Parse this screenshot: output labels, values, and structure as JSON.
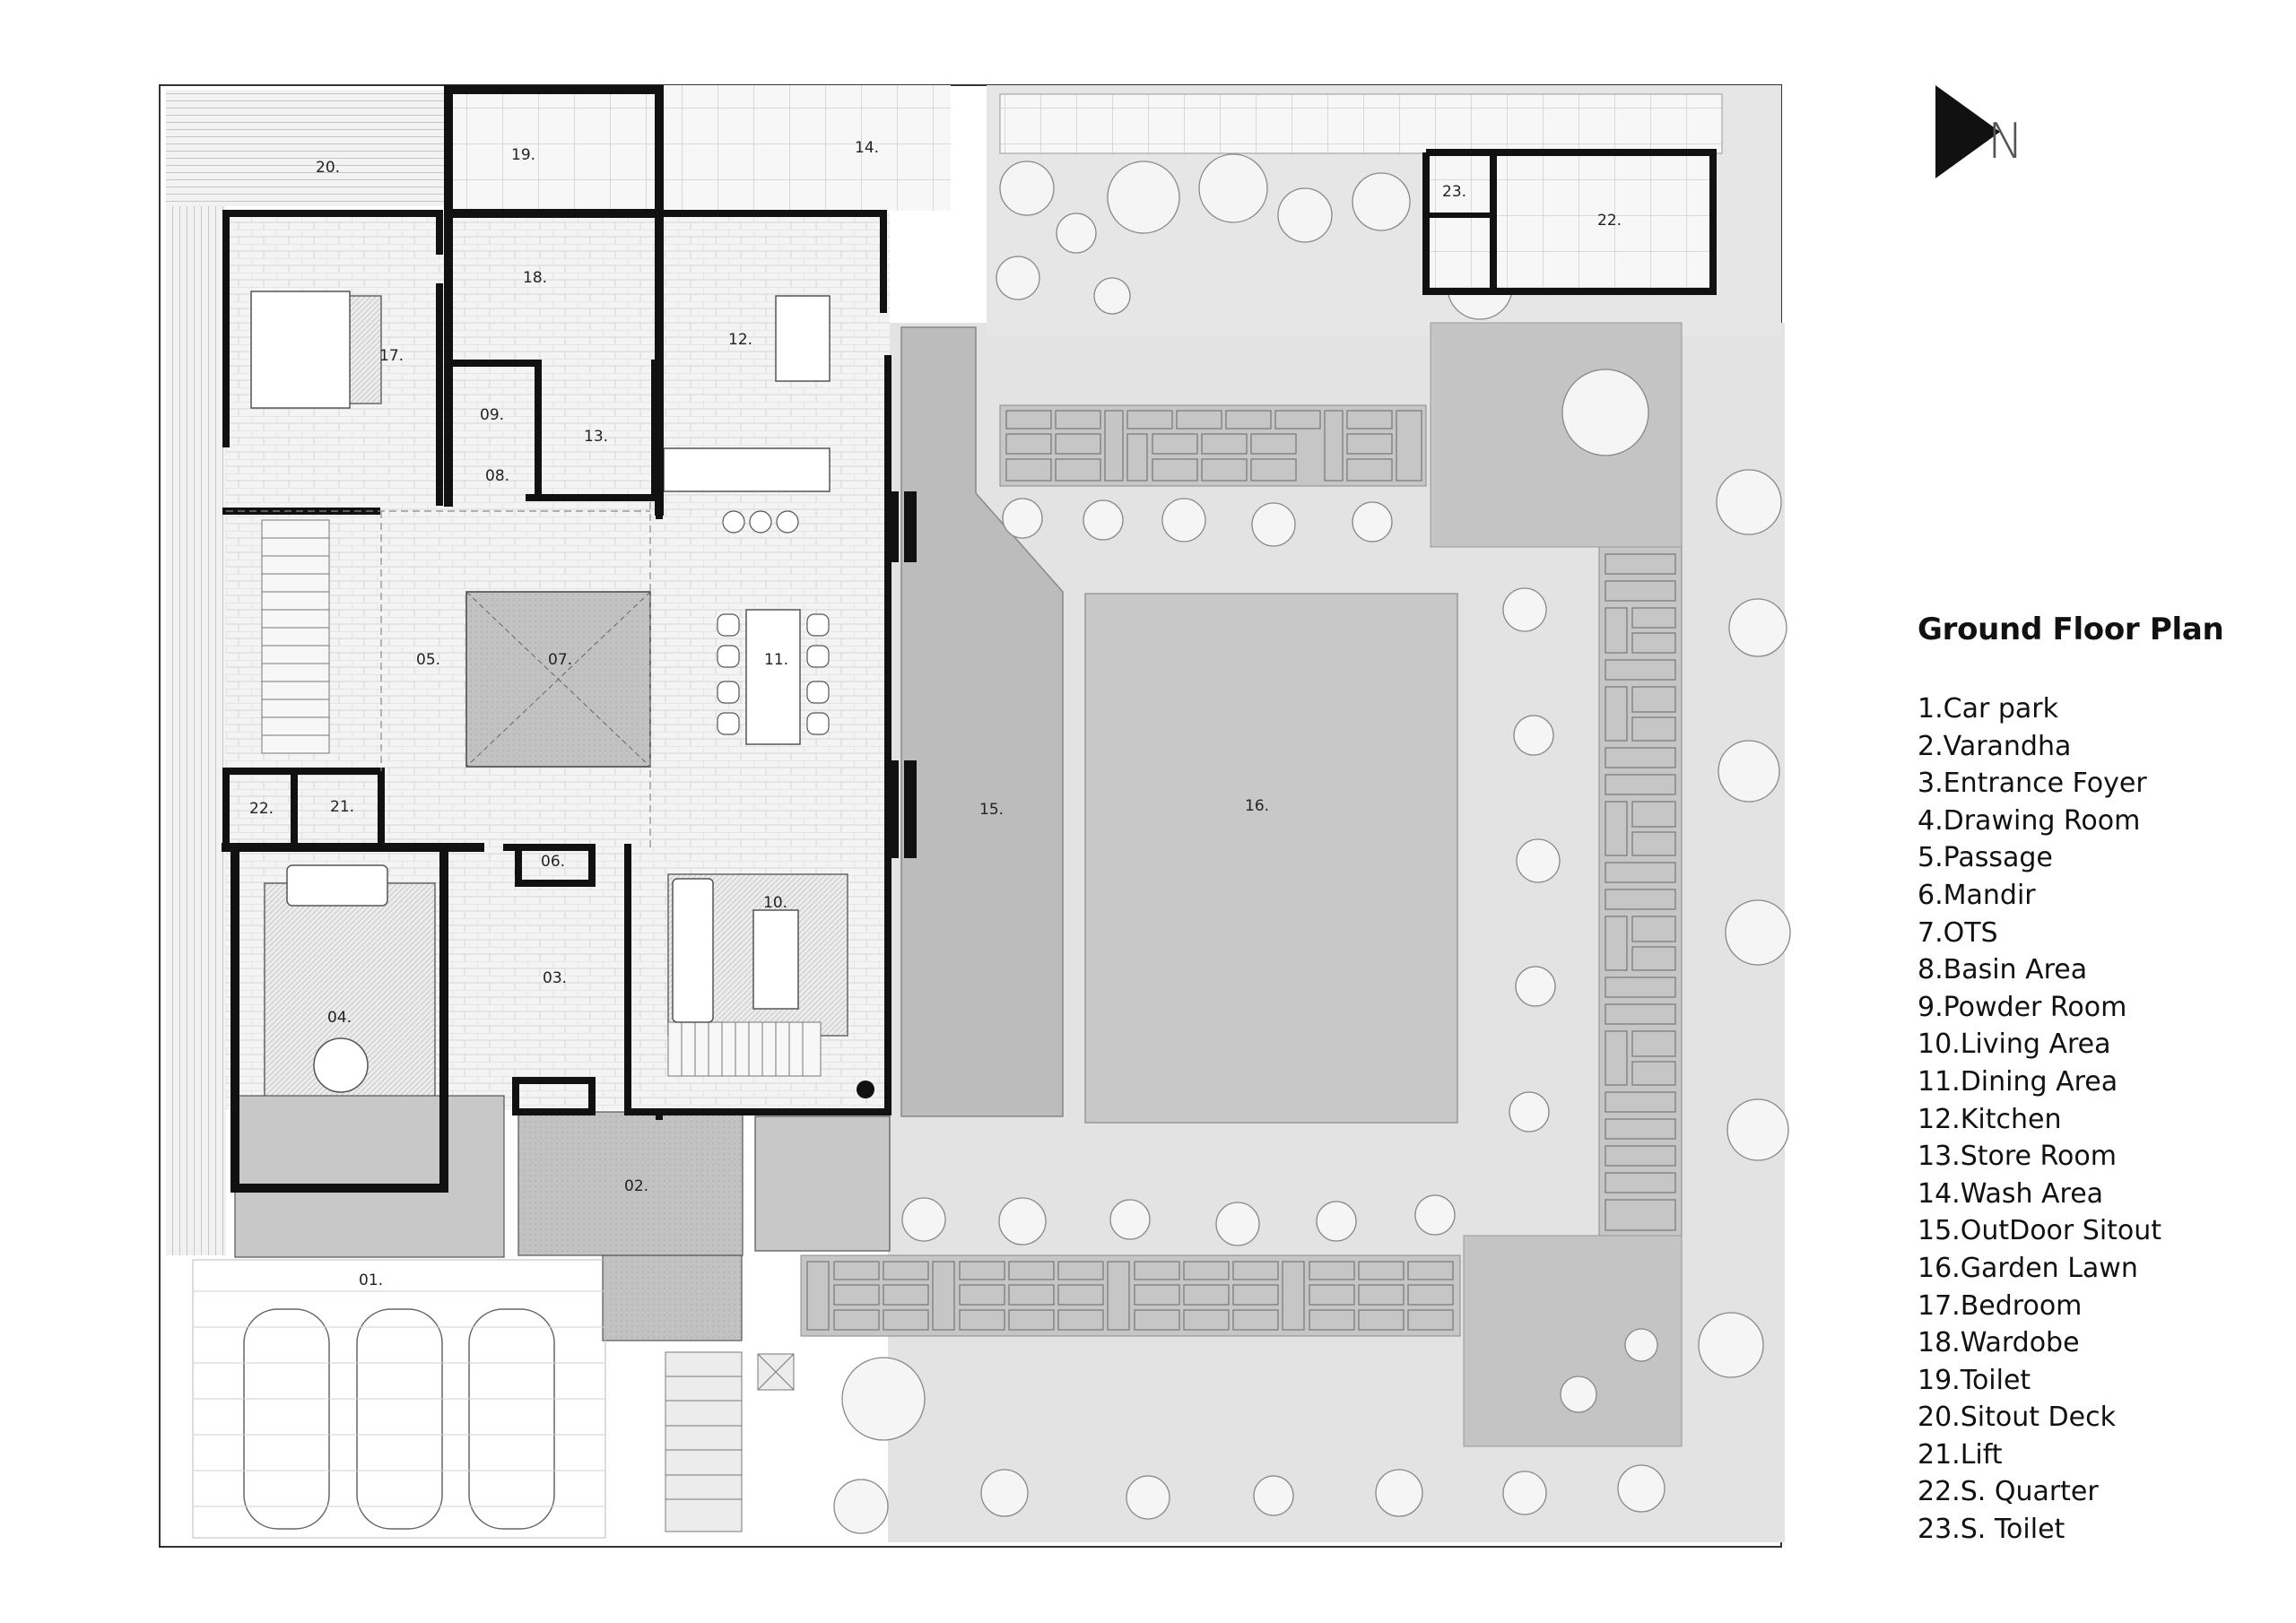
{
  "title": "Ground Floor Plan",
  "north": "N",
  "legend": [
    "1.Car park",
    "2.Varandha",
    "3.Entrance Foyer",
    "4.Drawing Room",
    "5.Passage",
    "6.Mandir",
    "7.OTS",
    "8.Basin Area",
    "9.Powder Room",
    "10.Living Area",
    "11.Dining Area",
    "12.Kitchen",
    "13.Store Room",
    "14.Wash Area",
    "15.OutDoor Sitout",
    "16.Garden Lawn",
    "17.Bedroom",
    "18.Wardobe",
    "19.Toilet",
    "20.Sitout Deck",
    "21.Lift",
    "22.S. Quarter",
    "23.S. Toilet"
  ],
  "rooms": {
    "r01": "01.",
    "r02": "02.",
    "r03": "03.",
    "r04": "04.",
    "r05": "05.",
    "r06": "06.",
    "r07": "07.",
    "r08": "08.",
    "r09": "09.",
    "r10": "10.",
    "r11": "11.",
    "r12": "12.",
    "r13": "13.",
    "r14": "14.",
    "r15": "15.",
    "r16": "16.",
    "r17": "17.",
    "r18": "18.",
    "r19": "19.",
    "r20": "20.",
    "r21": "21.",
    "r22a": "22.",
    "r22b": "22.",
    "r23": "23."
  },
  "colors": {
    "wall": "#111111",
    "paving": "#c9c9c9",
    "sitout": "#bdbdbd",
    "lawn": "#d4d4d4",
    "lightPaving": "#e6e6e6",
    "floor": "#f3f3f3"
  }
}
